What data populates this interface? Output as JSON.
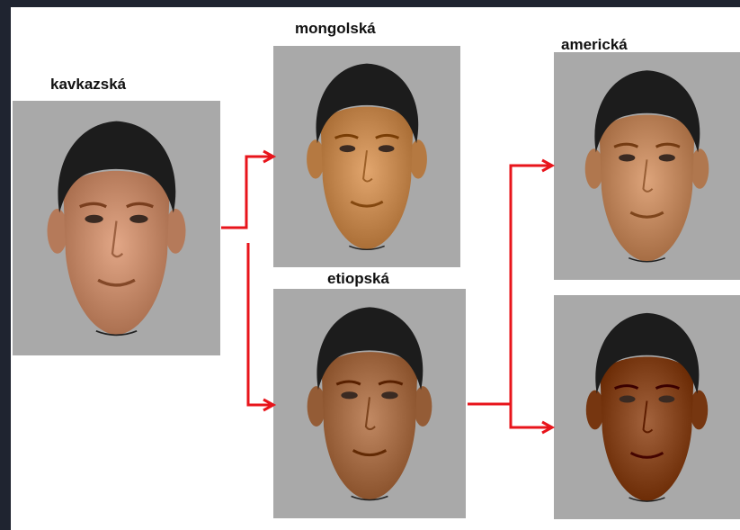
{
  "labels": {
    "caucasian": "kavkazská",
    "mongoloid": "mongolská",
    "ethiopian": "etiopská",
    "american": "americká"
  },
  "colors": {
    "panel_background": "#a9a9a9",
    "arrow": "#e8141b",
    "hair": "#1c1c1c",
    "skin_caucasian": "#c98e6e",
    "skin_mongoloid": "#c98d55",
    "skin_ethiopian": "#a8704a",
    "skin_american": "#c48b62",
    "skin_dark": "#8a4a24"
  }
}
